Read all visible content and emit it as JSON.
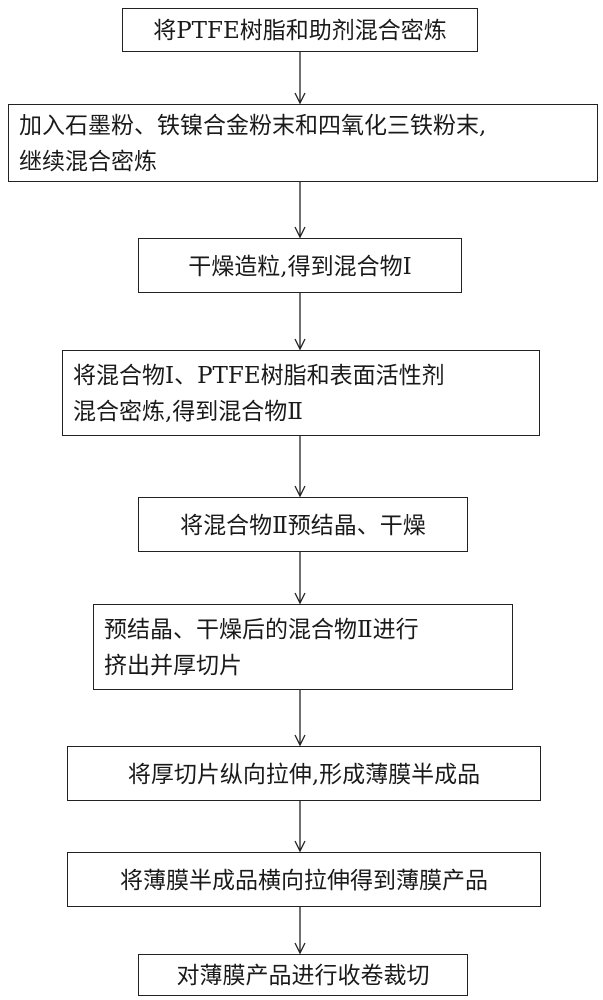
{
  "flowchart": {
    "steps": [
      {
        "lines": [
          "将PTFE树脂和助剂混合密炼"
        ]
      },
      {
        "lines": [
          "加入石墨粉、铁镍合金粉末和四氧化三铁粉末,",
          "继续混合密炼"
        ]
      },
      {
        "lines": [
          "干燥造粒,得到混合物Ⅰ"
        ]
      },
      {
        "lines": [
          "将混合物Ⅰ、PTFE树脂和表面活性剂",
          "混合密炼,得到混合物Ⅱ"
        ]
      },
      {
        "lines": [
          "将混合物Ⅱ预结晶、干燥"
        ]
      },
      {
        "lines": [
          "预结晶、干燥后的混合物Ⅱ进行",
          "挤出并厚切片"
        ]
      },
      {
        "lines": [
          "将厚切片纵向拉伸,形成薄膜半成品"
        ]
      },
      {
        "lines": [
          "将薄膜半成品横向拉伸得到薄膜产品"
        ]
      },
      {
        "lines": [
          "对薄膜产品进行收卷裁切"
        ]
      }
    ],
    "line_color": "#222222"
  }
}
